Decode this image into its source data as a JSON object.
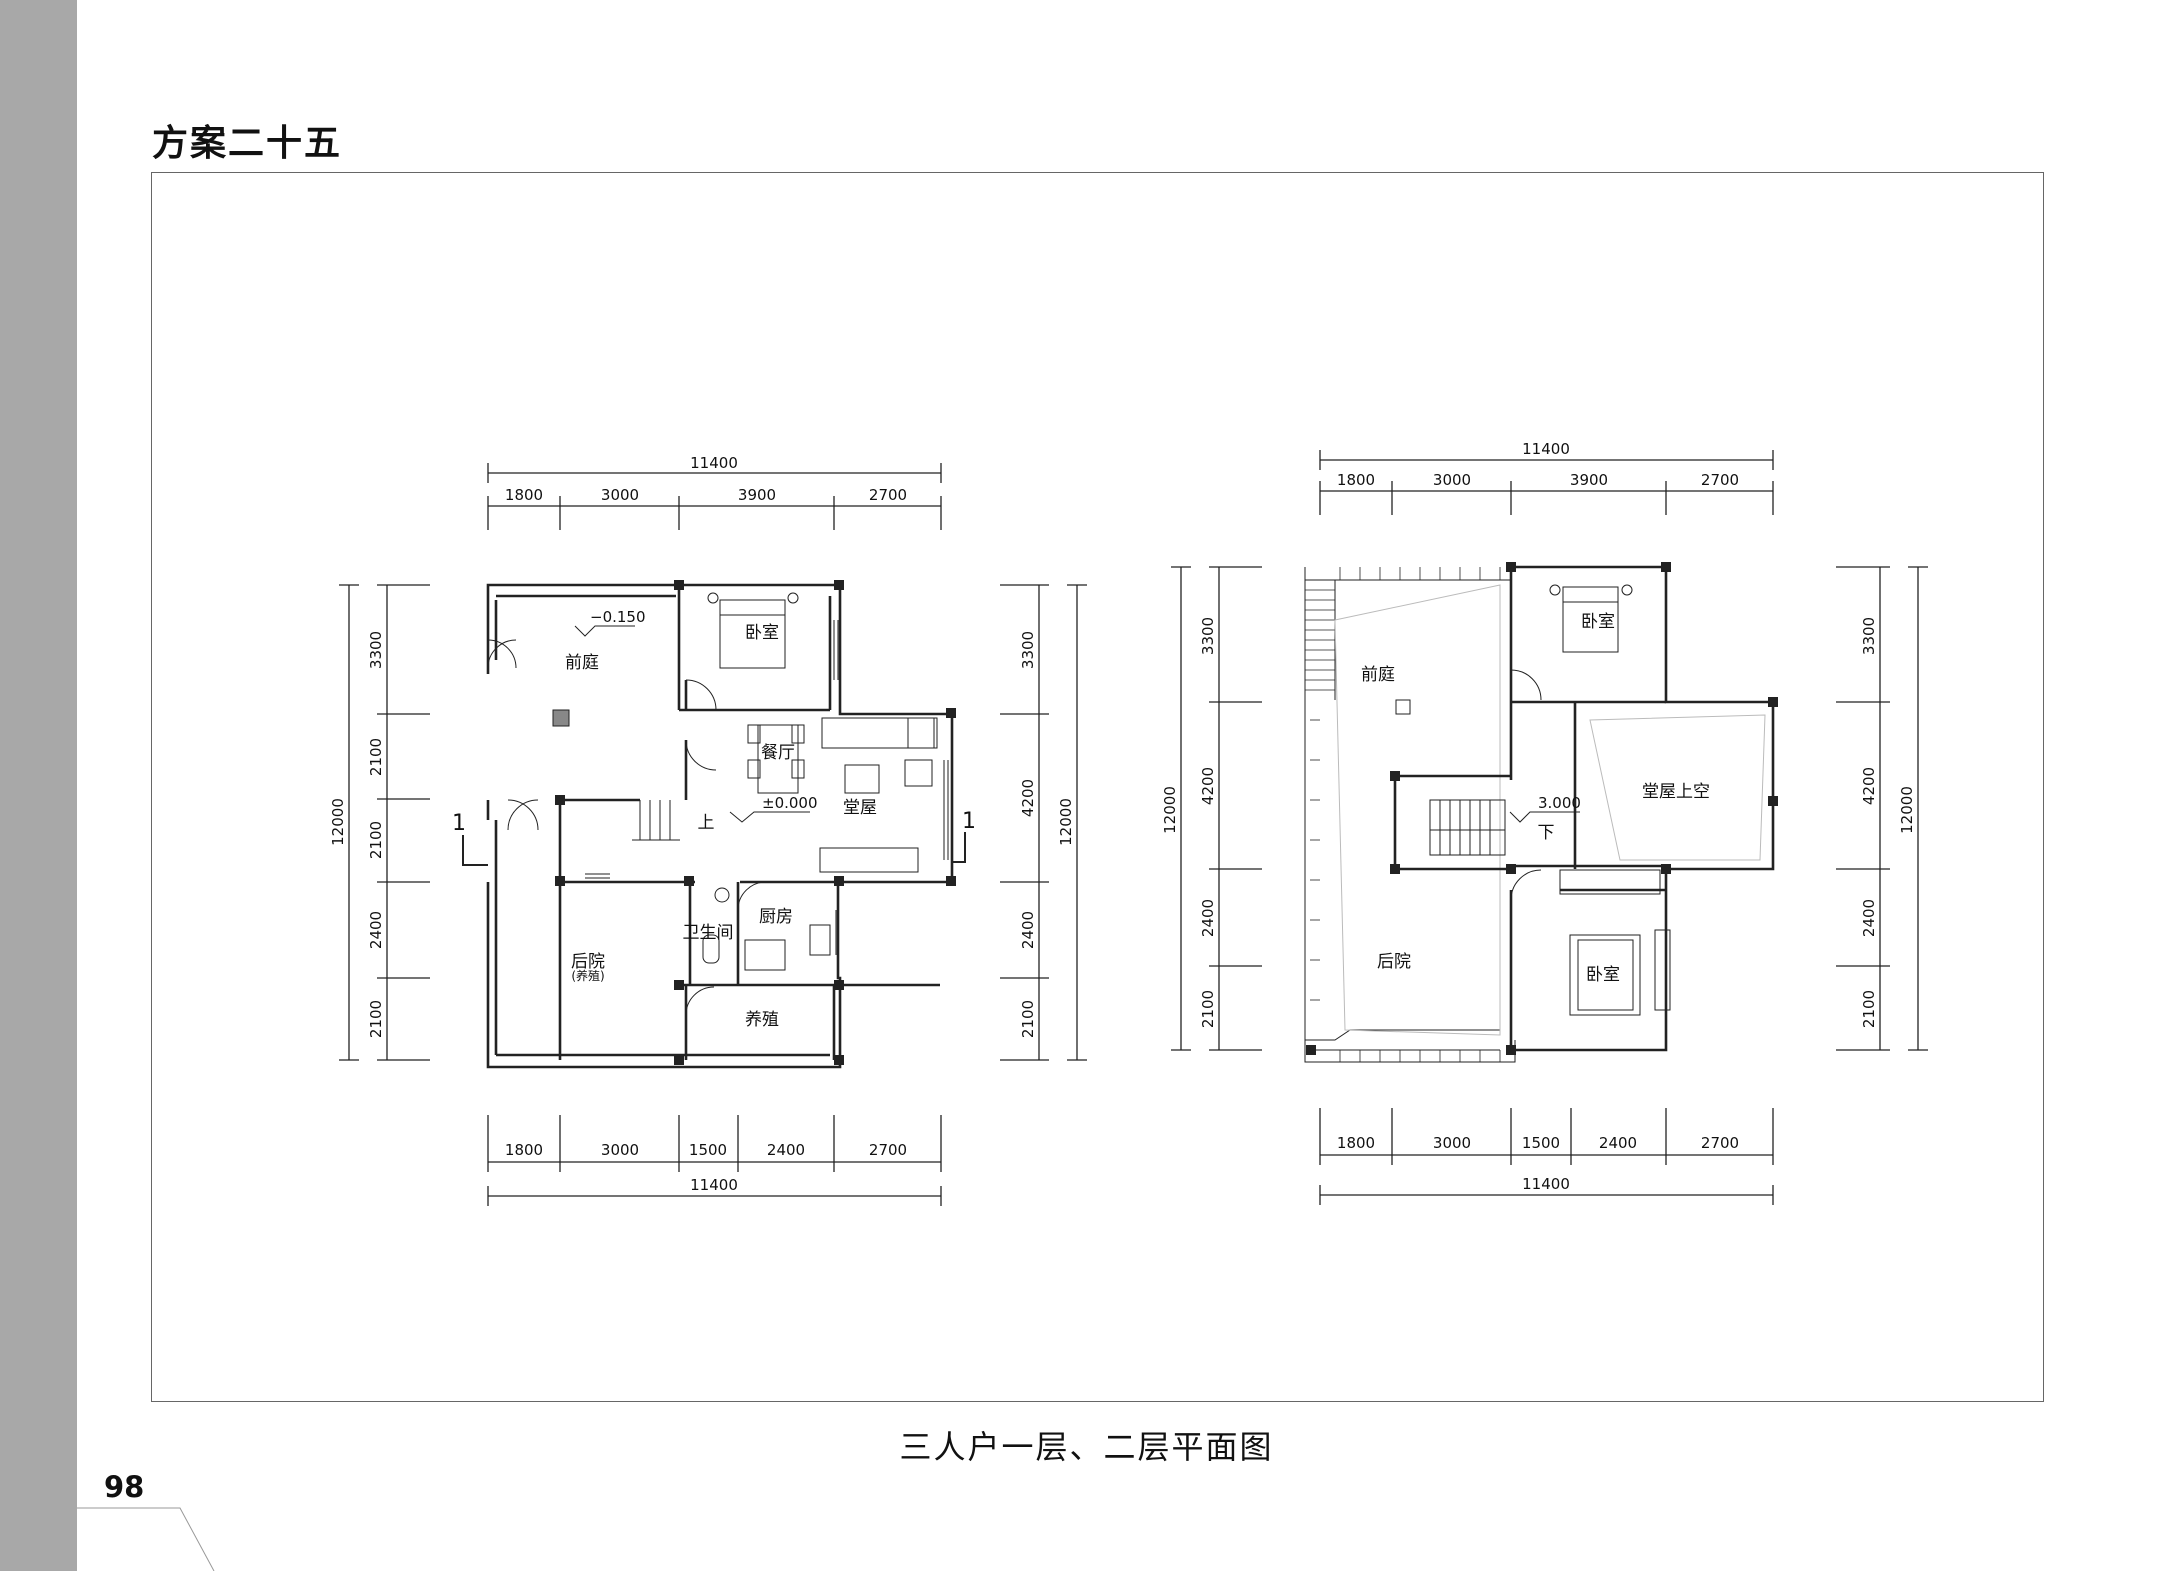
{
  "header": {
    "title": "方案二十五"
  },
  "footer": {
    "caption": "三人户一层、二层平面图",
    "page_number": "98"
  },
  "plan1": {
    "top_total": "11400",
    "top_dims": [
      "1800",
      "3000",
      "3900",
      "2700"
    ],
    "bottom_total": "11400",
    "bottom_dims": [
      "1800",
      "3000",
      "1500",
      "2400",
      "2700"
    ],
    "left_total": "12000",
    "left_dims": [
      "3300",
      "2100",
      "2100",
      "2400",
      "2100"
    ],
    "right_total": "12000",
    "right_dims": [
      "3300",
      "4200",
      "2400",
      "2100"
    ],
    "rooms": {
      "front_court": "前庭",
      "bedroom": "卧室",
      "dining": "餐厅",
      "hall": "堂屋",
      "bathroom": "卫生间",
      "kitchen": "厨房",
      "back_court": "后院",
      "back_court_note": "(养殖)",
      "breeding": "养殖",
      "stair_up": "上"
    },
    "levels": {
      "front": "−0.150",
      "hall": "±0.000"
    },
    "section_mark": "1"
  },
  "plan2": {
    "top_total": "11400",
    "top_dims": [
      "1800",
      "3000",
      "3900",
      "2700"
    ],
    "bottom_total": "11400",
    "bottom_dims": [
      "1800",
      "3000",
      "1500",
      "2400",
      "2700"
    ],
    "left_total": "12000",
    "left_dims": [
      "3300",
      "4200",
      "2400",
      "2100"
    ],
    "right_total": "12000",
    "right_dims": [
      "3300",
      "4200",
      "2400",
      "2100"
    ],
    "rooms": {
      "front_court": "前庭",
      "bedroom1": "卧室",
      "hall_void": "堂屋上空",
      "back_court": "后院",
      "bedroom2": "卧室",
      "stair_down": "下"
    },
    "levels": {
      "upper": "3.000"
    }
  }
}
